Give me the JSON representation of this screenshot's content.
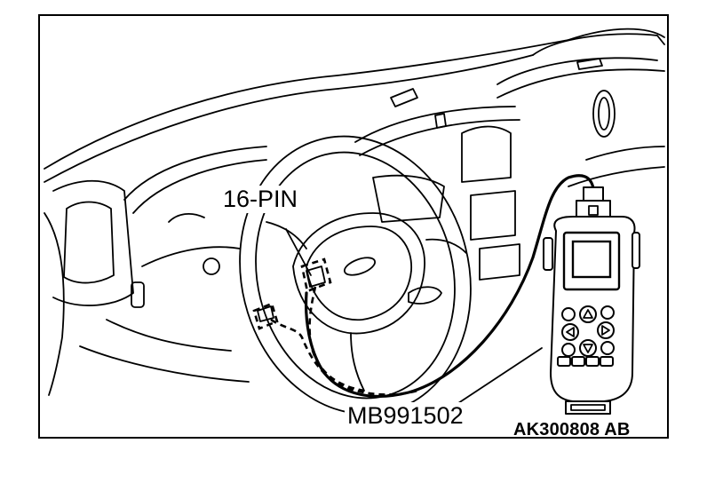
{
  "labels": {
    "connector": "16-PIN",
    "tool": "MB991502",
    "figure_ref": "AK300808 AB"
  },
  "colors": {
    "line": "#000000",
    "background": "#ffffff"
  }
}
